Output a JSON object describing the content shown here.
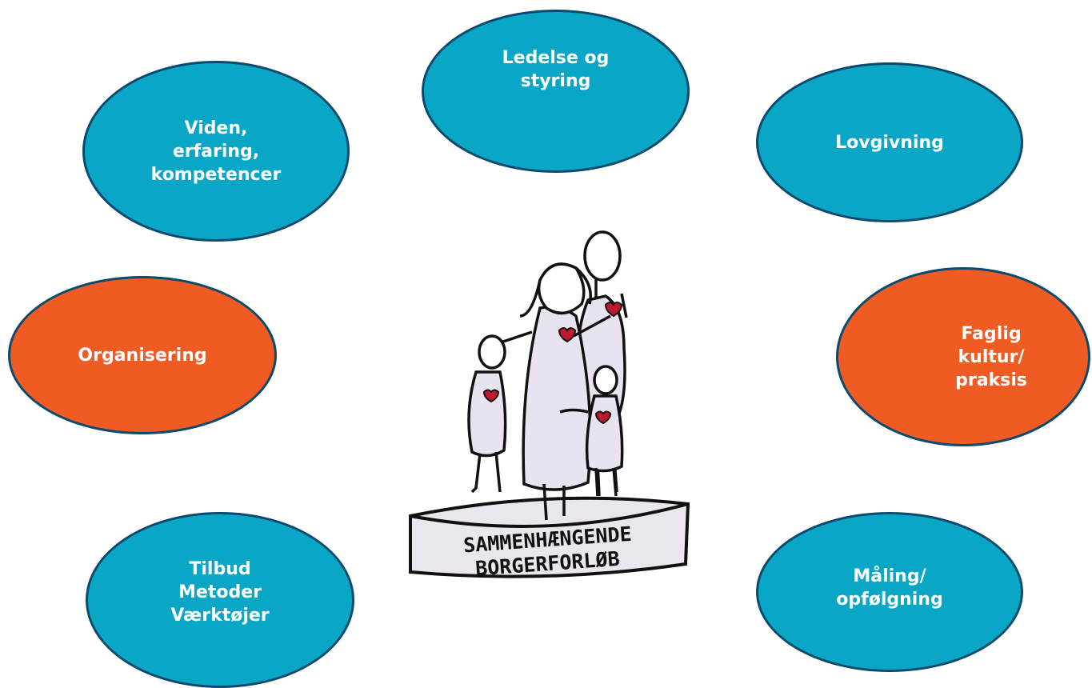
{
  "bubbles": {
    "ledelse": "Ledelse og\nstyring",
    "viden": "Viden,\nerfaring,\nkompetencer",
    "lovgivning": "Lovgivning",
    "organisering": "Organisering",
    "faglig": "Faglig\nkultur/\npraksis",
    "tilbud": "Tilbud\nMetoder\nVærktøjer",
    "maaling": "Måling/\nopfølgning"
  },
  "illustration": {
    "pedestal_line1": "SAMMENHÆNGENDE",
    "pedestal_line2": "BORGERFORLØB"
  },
  "colors": {
    "teal": "#0aa6c6",
    "orange": "#ef5b23",
    "border": "#0a4a6e"
  }
}
